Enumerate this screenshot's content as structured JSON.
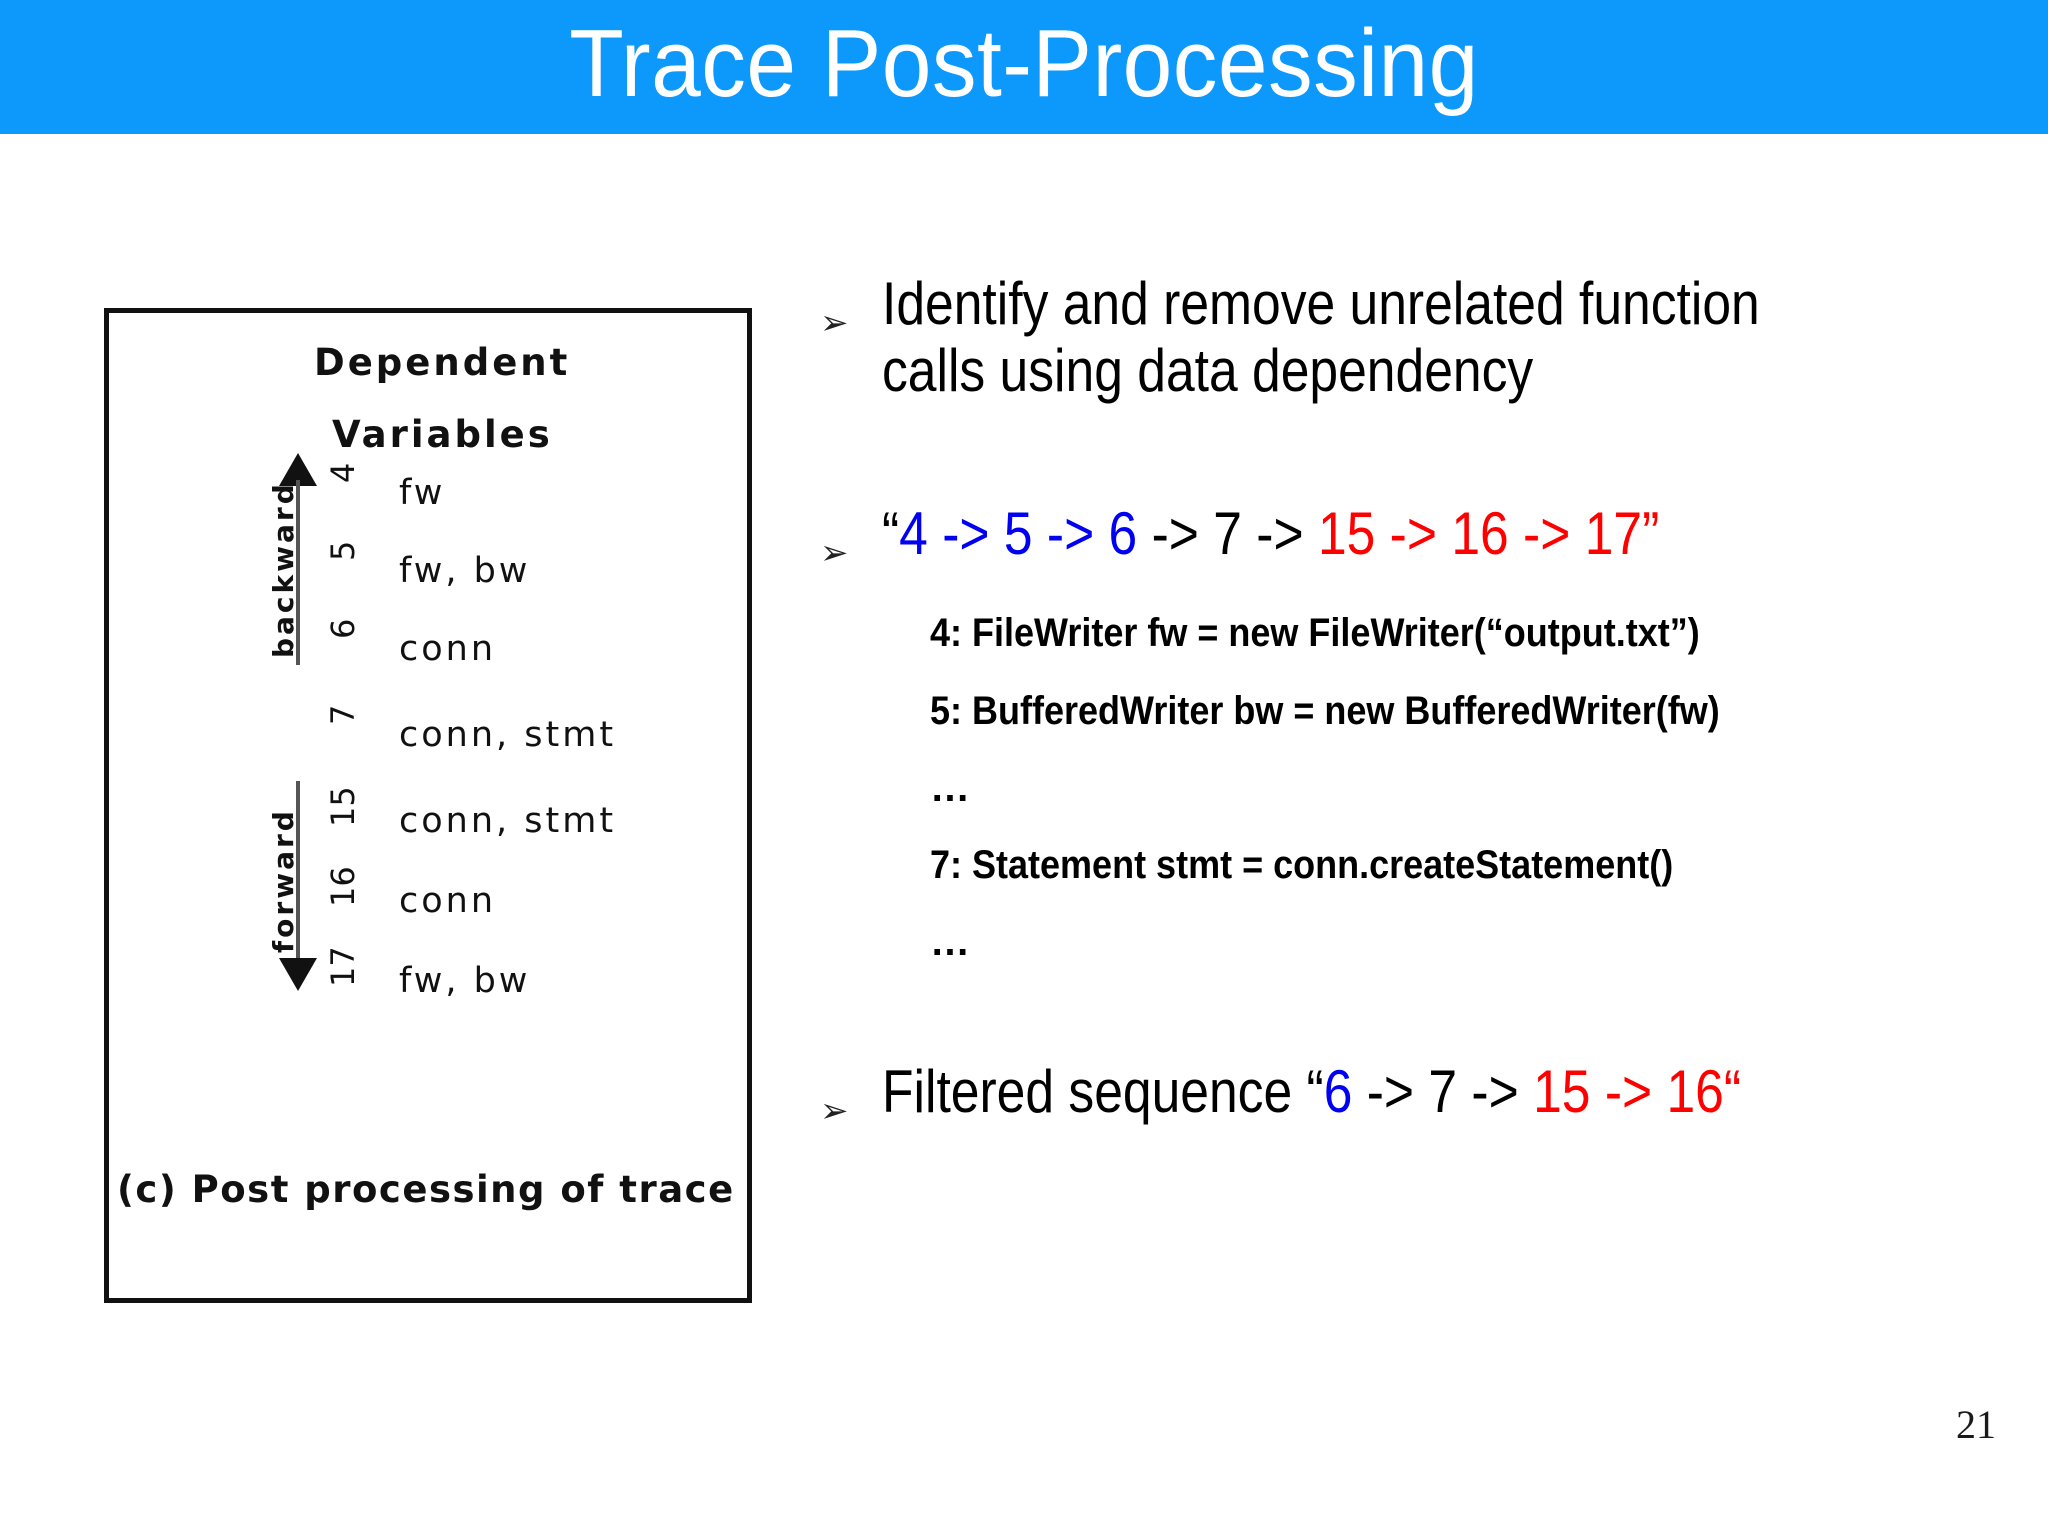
{
  "slide": {
    "title": "Trace Post-Processing",
    "page_number": "21",
    "banner_color": "#0d99fb"
  },
  "figure": {
    "heading_line1": "Dependent",
    "heading_line2": "Variables",
    "axis_backward_label": "backward",
    "axis_forward_label": "forward",
    "caption": "(c) Post processing of trace",
    "rows": [
      {
        "line": "4",
        "vars": "fw"
      },
      {
        "line": "5",
        "vars": "fw, bw"
      },
      {
        "line": "6",
        "vars": "conn"
      },
      {
        "line": "7",
        "vars": "conn, stmt"
      },
      {
        "line": "15",
        "vars": "conn, stmt"
      },
      {
        "line": "16",
        "vars": "conn"
      },
      {
        "line": "17",
        "vars": "fw, bw"
      }
    ]
  },
  "bullets": {
    "first": "Identify and remove unrelated function calls using data dependency",
    "trace_sequence": {
      "open_quote": "“",
      "seg_blue": "4 -> 5 -> 6",
      "seg_black": " -> 7 -> ",
      "seg_red": "15 -> 16 -> 17",
      "close_quote": "”"
    },
    "filtered": {
      "label": "Filtered sequence ",
      "open_quote": "“",
      "seg_blue": "6",
      "seg_black": " -> 7 -> ",
      "seg_red": "15 -> 16",
      "close_quote": "“"
    },
    "marker_glyph": "➢"
  },
  "code": {
    "lines": [
      "4: FileWriter fw = new FileWriter(“output.txt”)",
      "5: BufferedWriter bw = new BufferedWriter(fw)",
      "…",
      "7: Statement stmt = conn.createStatement()",
      "…"
    ]
  },
  "colors": {
    "blue": "#0000f2",
    "red": "#ff0000",
    "black": "#000000",
    "banner": "#0d99fb"
  }
}
